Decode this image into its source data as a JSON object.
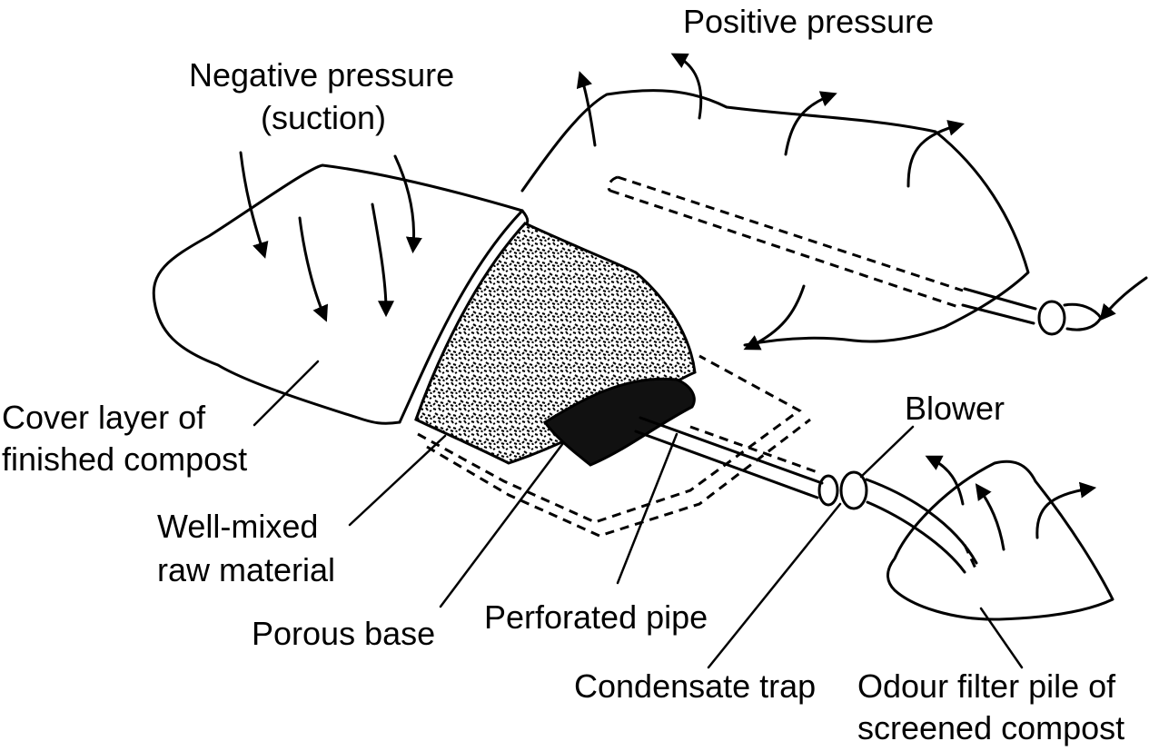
{
  "labels": {
    "positive_pressure": "Positive pressure",
    "negative_pressure_line1": "Negative pressure",
    "negative_pressure_line2": "(suction)",
    "cover_layer_line1": "Cover layer of",
    "cover_layer_line2": "finished compost",
    "well_mixed_line1": "Well-mixed",
    "well_mixed_line2": "raw material",
    "porous_base": "Porous base",
    "perforated_pipe": "Perforated pipe",
    "blower": "Blower",
    "condensate_trap": "Condensate trap",
    "odour_filter_line1": "Odour filter pile of",
    "odour_filter_line2": "screened compost"
  }
}
